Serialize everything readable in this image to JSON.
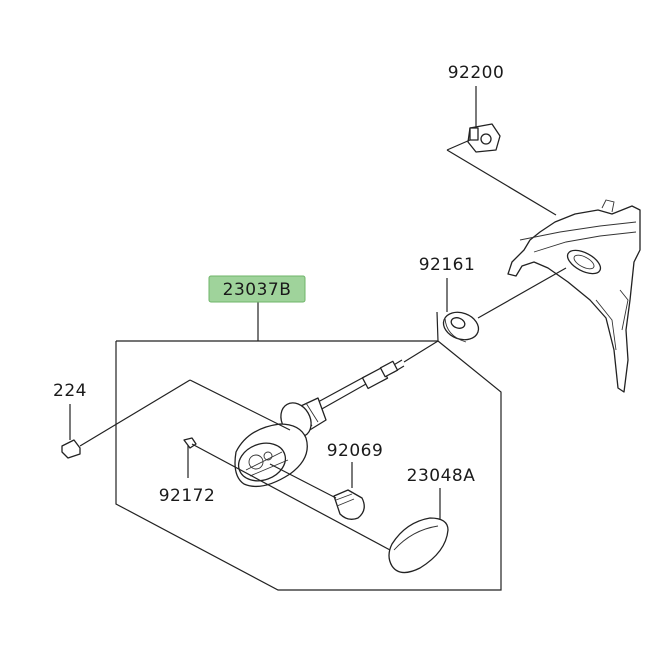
{
  "labels": {
    "assembly": "23037B",
    "bolt_92200": "92200",
    "grommet_92161": "92161",
    "screw_224": "224",
    "bulb_92069": "92069",
    "lens_23048A": "23048A",
    "screw_92172": "92172"
  },
  "colors": {
    "highlight": "#9fd39b",
    "highlight_border": "#6fb56a",
    "ink": "#222222"
  }
}
